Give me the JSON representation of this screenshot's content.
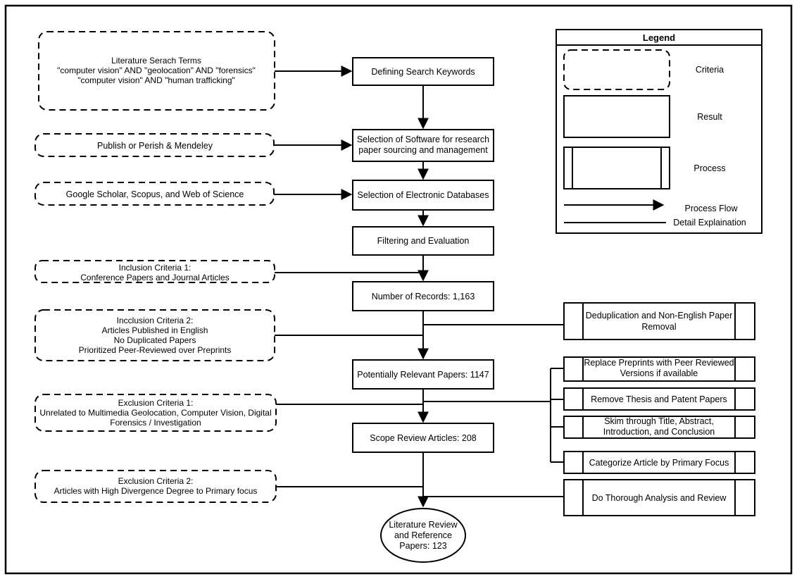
{
  "colors": {
    "stroke": "#000000",
    "box_fill": "#ffffff",
    "background": "#ffffff"
  },
  "criteria": [
    {
      "lines": [
        "Literature Serach Terms",
        "\"computer vision\" AND \"geolocation\" AND \"forensics\"",
        "\"computer vision\" AND \"human trafficking\""
      ]
    },
    {
      "lines": [
        "Publish or Perish & Mendeley"
      ]
    },
    {
      "lines": [
        "Google Scholar, Scopus, and Web of Science"
      ]
    },
    {
      "lines": [
        "Inclusion Criteria 1:",
        "Conference Papers and Journal Articles"
      ]
    },
    {
      "lines": [
        "Incclusion Criteria 2:",
        "Articles Published in English",
        "No Duplicated Papers",
        "Prioritized Peer-Reviewed over Preprints"
      ]
    },
    {
      "lines": [
        "Exclusion Criteria 1:",
        "Unrelated to Multimedia Geolocation, Computer Vision, Digital",
        "Forensics / Investigation"
      ]
    },
    {
      "lines": [
        "Exclusion Criteria 2:",
        "Articles with High Divergence Degree to Primary focus"
      ]
    }
  ],
  "steps": [
    {
      "lines": [
        "Defining Search Keywords"
      ]
    },
    {
      "lines": [
        "Selection of Software for research",
        "paper sourcing and management"
      ]
    },
    {
      "lines": [
        "Selection of Electronic Databases"
      ]
    },
    {
      "lines": [
        "Filtering and Evaluation"
      ]
    },
    {
      "lines": [
        "Number of Records: 1,163"
      ]
    },
    {
      "lines": [
        "Potentially Relevant Papers: 1147"
      ]
    },
    {
      "lines": [
        "Scope Review Articles: 208"
      ]
    }
  ],
  "processes": [
    {
      "lines": [
        "Deduplication and Non-English Paper",
        "Removal"
      ]
    },
    {
      "lines": [
        "Replace Preprints with Peer Reviewed",
        "Versions if available"
      ]
    },
    {
      "lines": [
        "Remove Thesis and Patent Papers"
      ]
    },
    {
      "lines": [
        "Skim through Title, Abstract,",
        "Introduction, and Conclusion"
      ]
    },
    {
      "lines": [
        "Categorize Article by Primary Focus"
      ]
    },
    {
      "lines": [
        "Do Thorough Analysis and Review"
      ]
    }
  ],
  "terminal": {
    "lines": [
      "Literature Review",
      "and Reference",
      "Papers: 123"
    ]
  },
  "legend": {
    "title": "Legend",
    "items": [
      {
        "label": "Criteria"
      },
      {
        "label": "Result"
      },
      {
        "label": "Process"
      },
      {
        "label": "Process Flow"
      },
      {
        "label": "Detail Explaination"
      }
    ]
  }
}
